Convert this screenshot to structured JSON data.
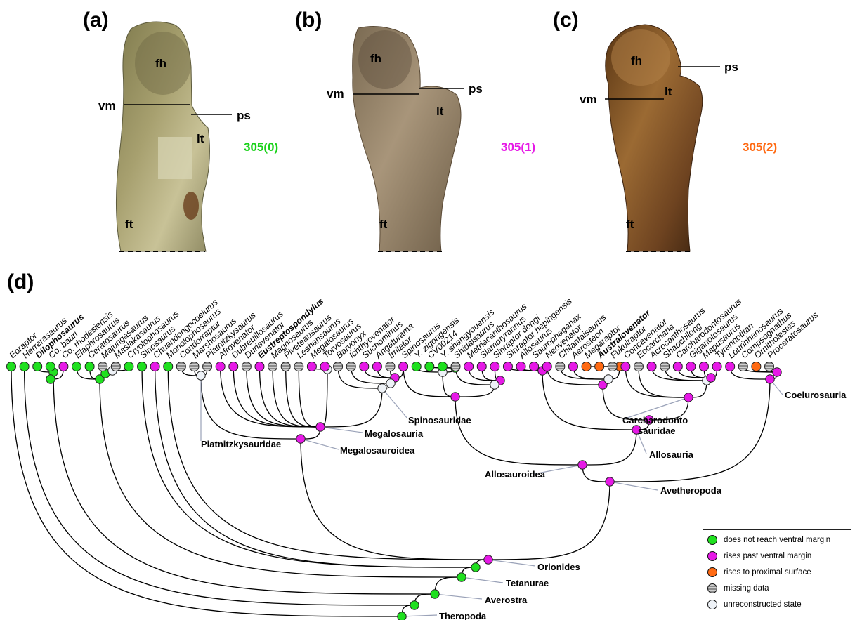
{
  "panels": {
    "a": {
      "label": "(a)",
      "state": "305(0)",
      "state_color": "#19d119"
    },
    "b": {
      "label": "(b)",
      "state": "305(1)",
      "state_color": "#e619e6"
    },
    "c": {
      "label": "(c)",
      "state": "305(2)",
      "state_color": "#ff6a13"
    },
    "d": {
      "label": "(d)"
    }
  },
  "anatomy_labels": {
    "fh": "fh",
    "vm": "vm",
    "ps": "ps",
    "lt": "lt",
    "ft": "ft"
  },
  "state_colors": {
    "green": "#1fe01f",
    "magenta": "#e619e6",
    "orange": "#ff6a13",
    "missing": "#9a9a9a",
    "unreconstructed": "#eef2f7"
  },
  "taxa": [
    {
      "name": "Eoraptor",
      "state": "green"
    },
    {
      "name": "Herrerasaurus",
      "state": "green"
    },
    {
      "name": "Dilophosaurus",
      "state": "green",
      "bold": true
    },
    {
      "name": "Co. bauri",
      "state": "green"
    },
    {
      "name": "Co. rhodesiensis",
      "state": "magenta"
    },
    {
      "name": "Elaphrosaurus",
      "state": "green"
    },
    {
      "name": "Ceratosaurus",
      "state": "green"
    },
    {
      "name": "Majungasaurus",
      "state": "missing"
    },
    {
      "name": "Masiakasaurus",
      "state": "missing"
    },
    {
      "name": "Cryolophosaurus",
      "state": "green"
    },
    {
      "name": "Sinosaurus",
      "state": "green"
    },
    {
      "name": "Chuandongocoelurus",
      "state": "magenta"
    },
    {
      "name": "Monolophosaurus",
      "state": "green"
    },
    {
      "name": "Condorraptor",
      "state": "missing"
    },
    {
      "name": "Marshosaurus",
      "state": "missing"
    },
    {
      "name": "Piatnitzkysaurus",
      "state": "missing"
    },
    {
      "name": "Afrovenator",
      "state": "magenta"
    },
    {
      "name": "Dubreuillosaurus",
      "state": "magenta"
    },
    {
      "name": "Duriavenator",
      "state": "missing"
    },
    {
      "name": "Eustreptospondylus",
      "state": "magenta",
      "bold": true
    },
    {
      "name": "Magnosaurus",
      "state": "missing"
    },
    {
      "name": "Piveteausaurus",
      "state": "missing"
    },
    {
      "name": "Leshansaurus",
      "state": "missing"
    },
    {
      "name": "Megalosaurus",
      "state": "magenta"
    },
    {
      "name": "Torvosaurus",
      "state": "magenta"
    },
    {
      "name": "Baryonyx",
      "state": "missing"
    },
    {
      "name": "Ichthyovenator",
      "state": "missing"
    },
    {
      "name": "Suchomimus",
      "state": "magenta"
    },
    {
      "name": "Angaturama",
      "state": "magenta"
    },
    {
      "name": "Irritator",
      "state": "missing"
    },
    {
      "name": "Spinosaurus",
      "state": "magenta"
    },
    {
      "name": "Y. zigongensis",
      "state": "green"
    },
    {
      "name": "CV00214",
      "state": "green"
    },
    {
      "name": "Y. shangyouensis",
      "state": "green"
    },
    {
      "name": "Shidaisaurus",
      "state": "missing"
    },
    {
      "name": "Metriacanthosaurus",
      "state": "magenta"
    },
    {
      "name": "Siamotyrannus",
      "state": "magenta"
    },
    {
      "name": "Sinraptor dongi",
      "state": "magenta"
    },
    {
      "name": "Sinraptor hepingensis",
      "state": "magenta"
    },
    {
      "name": "Allosaurus",
      "state": "magenta"
    },
    {
      "name": "Saurophaganax",
      "state": "magenta"
    },
    {
      "name": "Neovenator",
      "state": "magenta"
    },
    {
      "name": "Chilantaisaurus",
      "state": "missing"
    },
    {
      "name": "Aerosteon",
      "state": "magenta"
    },
    {
      "name": "Megaraptor",
      "state": "orange"
    },
    {
      "name": "Australovenator",
      "state": "orange",
      "bold": true
    },
    {
      "name": "Fukuiraptor",
      "state": "missing"
    },
    {
      "name": "Concavenator",
      "state": "magenta"
    },
    {
      "name": "Eocarcharia",
      "state": "missing"
    },
    {
      "name": "Acrocanthosaurus",
      "state": "magenta"
    },
    {
      "name": "Shaochilong",
      "state": "missing"
    },
    {
      "name": "Carcharodontosaurus",
      "state": "magenta"
    },
    {
      "name": "Giganotosaurus",
      "state": "magenta"
    },
    {
      "name": "Mapusaurus",
      "state": "magenta"
    },
    {
      "name": "Tyrannotitan",
      "state": "magenta"
    },
    {
      "name": "Lourinhanosaurus",
      "state": "magenta"
    },
    {
      "name": "Compsognathus",
      "state": "missing"
    },
    {
      "name": "Ornitholestes",
      "state": "orange"
    },
    {
      "name": "Proceratosaurus",
      "state": "missing"
    }
  ],
  "clades": {
    "spinosauridae": "Spinosauridae",
    "piatnitzkysauridae": "Piatnitzkysauridae",
    "megalosauria": "Megalosauria",
    "megalosauroidea": "Megalosauroidea",
    "carcharodontosauridae": "Carcharodonto\nsauridae",
    "coelurosauria": "Coelurosauria",
    "allosauria": "Allosauria",
    "allosauroidea": "Allosauroidea",
    "avetheropoda": "Avetheropoda",
    "orionides": "Orionides",
    "tetanurae": "Tetanurae",
    "averostra": "Averostra",
    "theropoda": "Theropoda"
  },
  "legend": [
    {
      "label": "does not reach ventral margin",
      "color": "#1fe01f"
    },
    {
      "label": "rises past ventral margin",
      "color": "#e619e6"
    },
    {
      "label": "rises to proximal surface",
      "color": "#ff6a13"
    },
    {
      "label": "missing data",
      "color": "#9a9a9a",
      "pattern": "stripes"
    },
    {
      "label": "unreconstructed state",
      "color": "#eef2f7"
    }
  ]
}
